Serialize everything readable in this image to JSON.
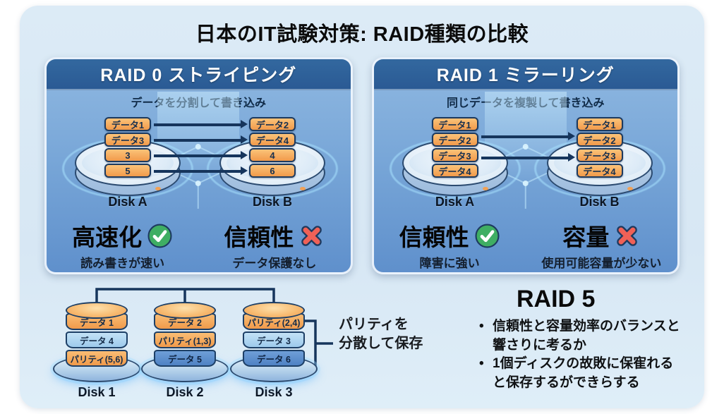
{
  "title": "日本のIT試験対策: RAID種類の比較",
  "panels": [
    {
      "header": "RAID 0 ストライピング",
      "subtitle": "データを分割して書き込み",
      "disk_a": {
        "label": "Disk A",
        "chips": [
          "データ1",
          "データ3",
          "3",
          "5"
        ]
      },
      "disk_b": {
        "label": "Disk B",
        "chips": [
          "データ2",
          "データ4",
          "4",
          "6"
        ]
      },
      "pro": {
        "term": "高速化",
        "desc": "読み書きが速い",
        "icon": "check-icon"
      },
      "con": {
        "term": "信頼性",
        "desc": "データ保護なし",
        "icon": "cross-icon"
      }
    },
    {
      "header": "RAID 1 ミラーリング",
      "subtitle": "同じデータを複製して書き込み",
      "disk_a": {
        "label": "Disk A",
        "chips": [
          "データ1",
          "データ2",
          "データ3",
          "データ4"
        ]
      },
      "disk_b": {
        "label": "Disk B",
        "chips": [
          "データ1",
          "データ2",
          "データ3",
          "データ4"
        ]
      },
      "pro": {
        "term": "信頼性",
        "desc": "障害に強い",
        "icon": "check-icon"
      },
      "con": {
        "term": "容量",
        "desc": "使用可能容量が少ない",
        "icon": "cross-icon"
      }
    }
  ],
  "raid5": {
    "title": "RAID 5",
    "bullets": [
      "信頼性と容量効率のバランスと響さりに考るか",
      "1個ディスクの故敗に保寉れると保存するができらする"
    ],
    "callout_line1": "パリティを",
    "callout_line2": "分散して保存",
    "disks": [
      {
        "label": "Disk 1",
        "segments": [
          {
            "text": "データ 1",
            "color": "orange"
          },
          {
            "text": "データ 4",
            "color": "lightblue"
          },
          {
            "text": "パリティ(5,6)",
            "color": "orange"
          }
        ]
      },
      {
        "label": "Disk 2",
        "segments": [
          {
            "text": "データ 2",
            "color": "orange"
          },
          {
            "text": "パリティ(1,3)",
            "color": "orange"
          },
          {
            "text": "データ 5",
            "color": "blue"
          }
        ]
      },
      {
        "label": "Disk 3",
        "segments": [
          {
            "text": "パリティ(2,4)",
            "color": "orange"
          },
          {
            "text": "データ 3",
            "color": "lightblue"
          },
          {
            "text": "データ 6",
            "color": "blue"
          }
        ]
      }
    ]
  },
  "colors": {
    "accent_navy": "#16355c",
    "panel_header_blue": "#2a5a94",
    "chip_orange": "#f19a4b",
    "check_green": "#3fae63",
    "cross_red": "#ef6157",
    "card_bg": "#d7e7f4"
  }
}
